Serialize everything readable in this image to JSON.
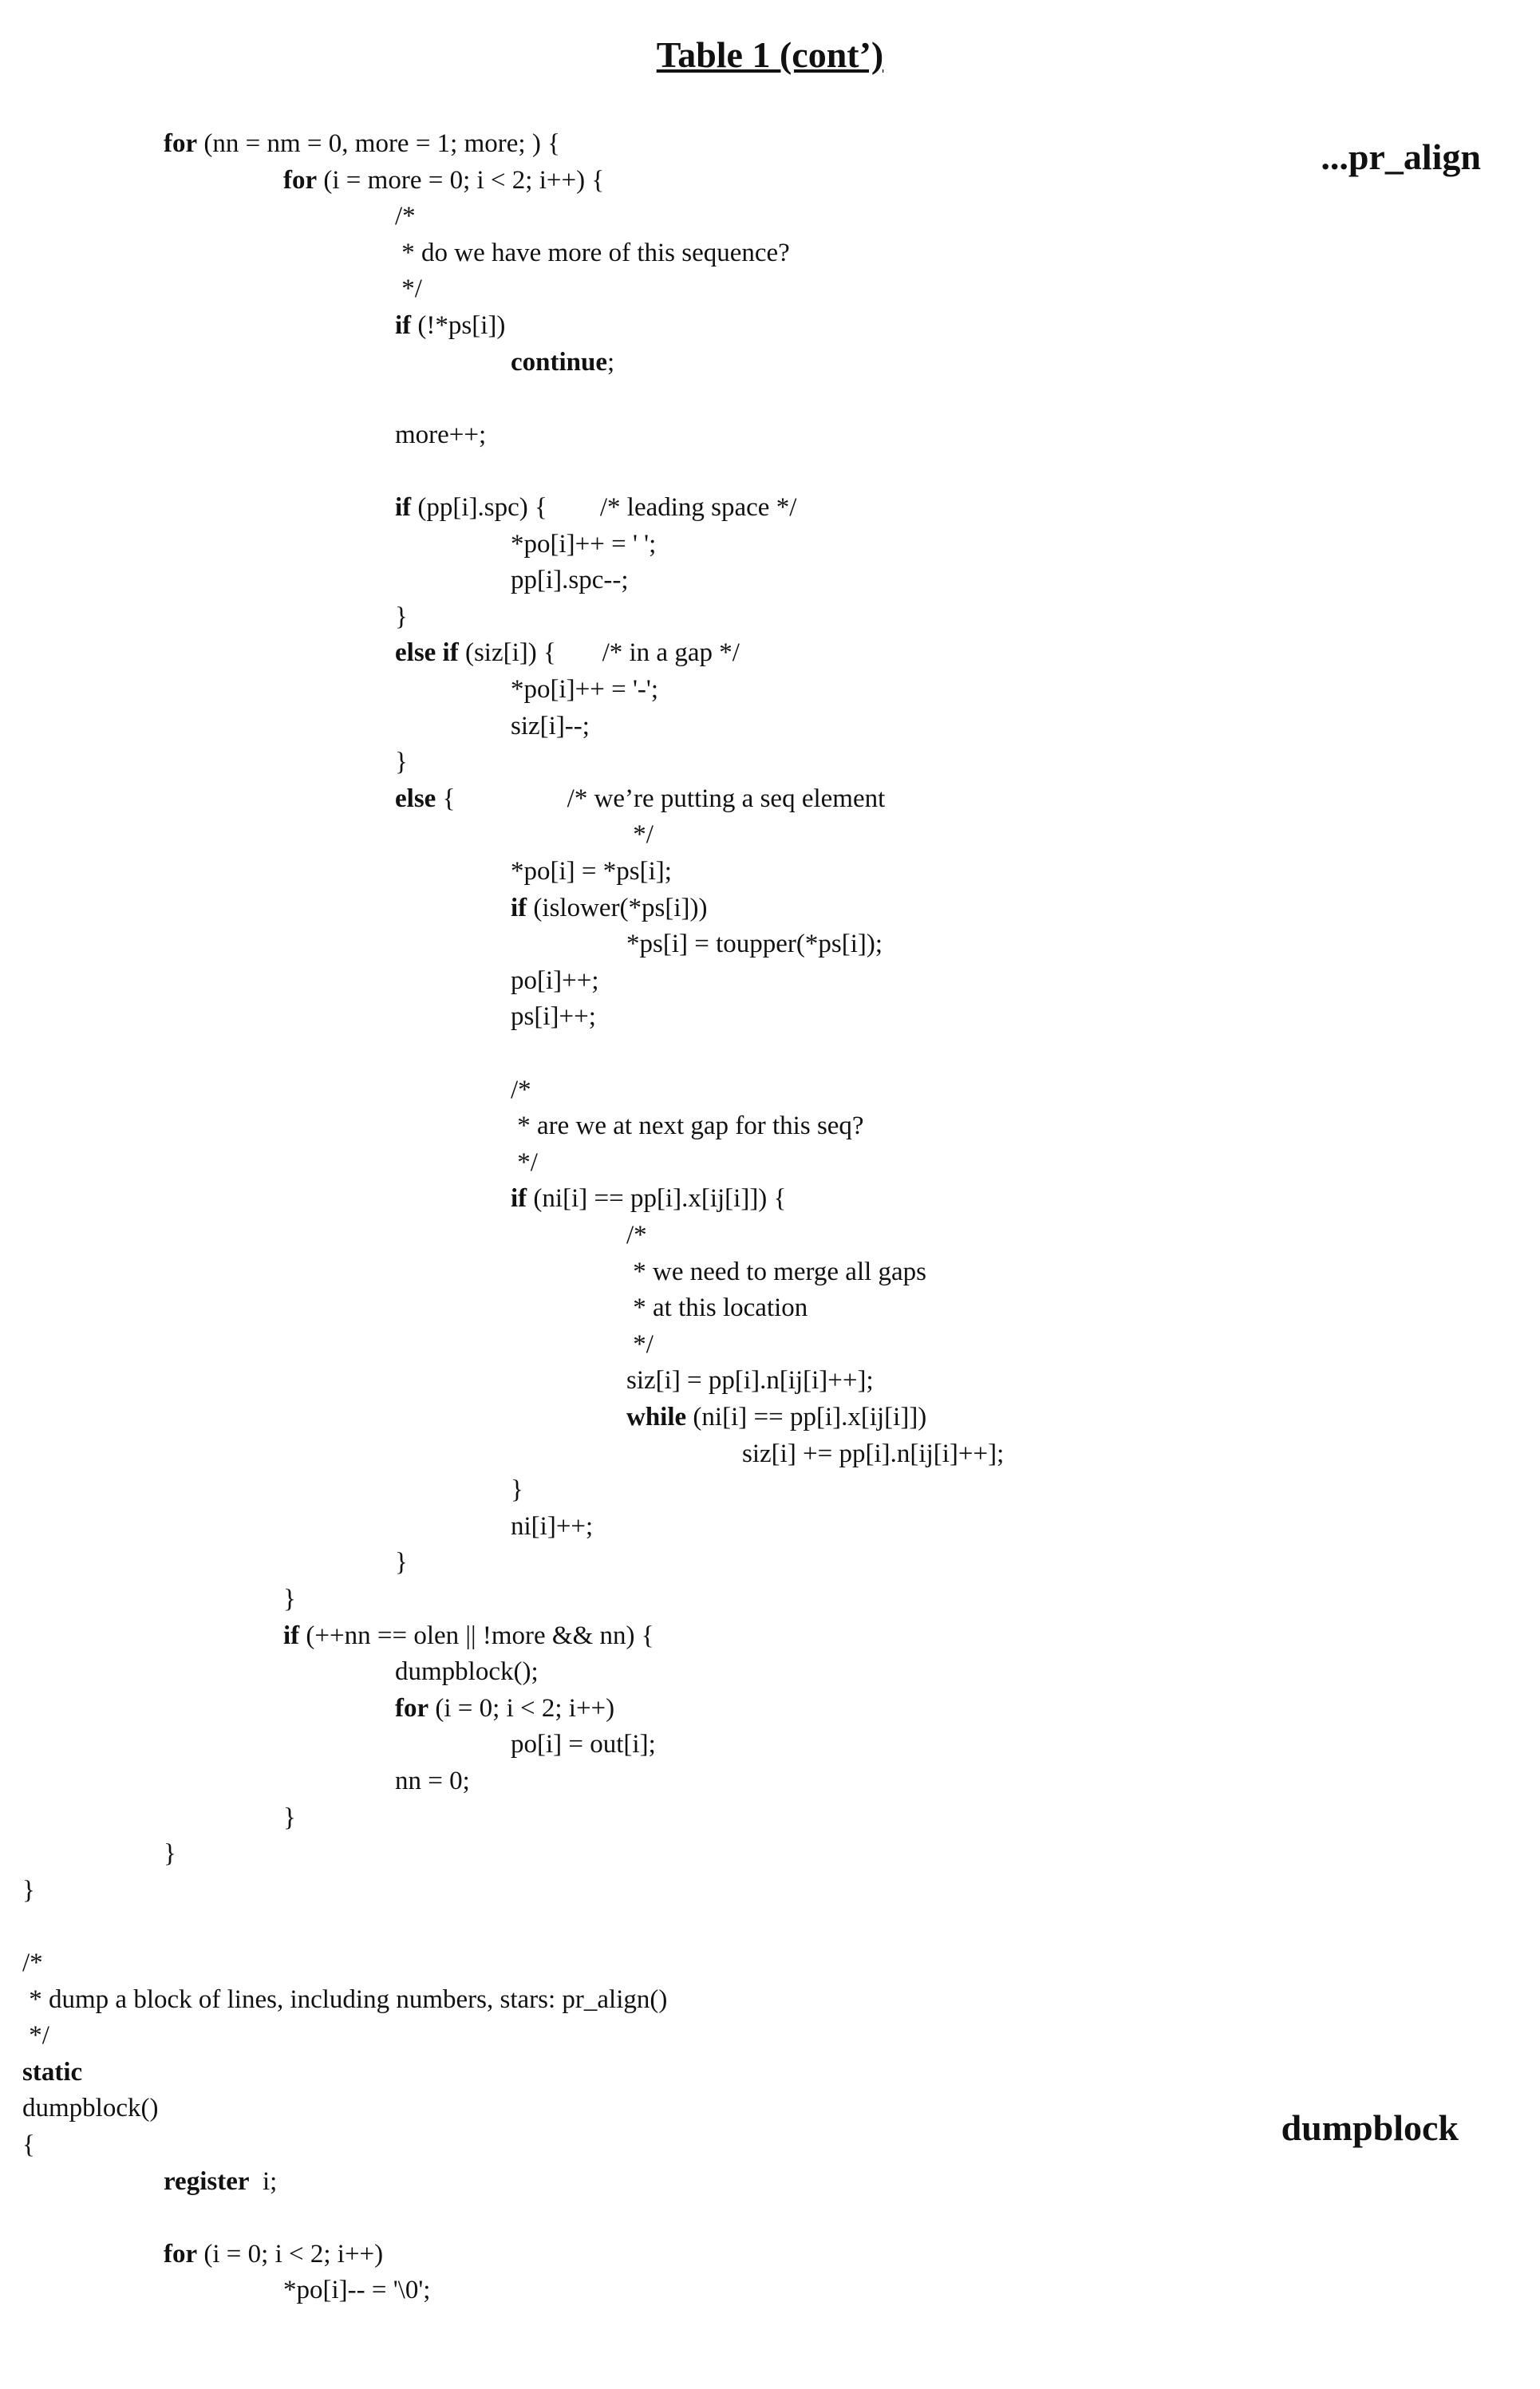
{
  "page": {
    "title": "Table 1 (cont’)",
    "labels": {
      "pr_align": "...pr_align",
      "dumpblock": "dumpblock"
    }
  },
  "code_lines": [
    {
      "indent": 1,
      "kw": "for",
      "text": " (nn = nm = 0, more = 1; more; ) {"
    },
    {
      "indent": 2,
      "kw": "for",
      "text": " (i = more = 0; i < 2; i++) {"
    },
    {
      "indent": 3,
      "kw": "",
      "text": "/*"
    },
    {
      "indent": 3,
      "kw": "",
      "text": " * do we have more of this sequence?"
    },
    {
      "indent": 3,
      "kw": "",
      "text": " */"
    },
    {
      "indent": 3,
      "kw": "if",
      "text": " (!*ps[i])"
    },
    {
      "indent": 4,
      "kw": "continue",
      "text": ";"
    },
    {
      "indent": 3,
      "kw": "",
      "text": ""
    },
    {
      "indent": 3,
      "kw": "",
      "text": "more++;"
    },
    {
      "indent": 3,
      "kw": "",
      "text": ""
    },
    {
      "indent": 3,
      "kw": "if",
      "text": " (pp[i].spc) {        /* leading space */"
    },
    {
      "indent": 4,
      "kw": "",
      "text": "*po[i]++ = ' ';"
    },
    {
      "indent": 4,
      "kw": "",
      "text": "pp[i].spc--;"
    },
    {
      "indent": 3,
      "kw": "",
      "text": "}"
    },
    {
      "indent": 3,
      "kw": "else if",
      "text": " (siz[i]) {       /* in a gap */"
    },
    {
      "indent": 4,
      "kw": "",
      "text": "*po[i]++ = '-';"
    },
    {
      "indent": 4,
      "kw": "",
      "text": "siz[i]--;"
    },
    {
      "indent": 3,
      "kw": "",
      "text": "}"
    },
    {
      "indent": 3,
      "kw": "else",
      "text": " {                 /* we’re putting a seq element"
    },
    {
      "indent": 5,
      "kw": "",
      "text": " */"
    },
    {
      "indent": 4,
      "kw": "",
      "text": "*po[i] = *ps[i];"
    },
    {
      "indent": 4,
      "kw": "if",
      "text": " (islower(*ps[i]))"
    },
    {
      "indent": 5,
      "kw": "",
      "text": "*ps[i] = toupper(*ps[i]);"
    },
    {
      "indent": 4,
      "kw": "",
      "text": "po[i]++;"
    },
    {
      "indent": 4,
      "kw": "",
      "text": "ps[i]++;"
    },
    {
      "indent": 4,
      "kw": "",
      "text": ""
    },
    {
      "indent": 4,
      "kw": "",
      "text": "/*"
    },
    {
      "indent": 4,
      "kw": "",
      "text": " * are we at next gap for this seq?"
    },
    {
      "indent": 4,
      "kw": "",
      "text": " */"
    },
    {
      "indent": 4,
      "kw": "if",
      "text": " (ni[i] == pp[i].x[ij[i]]) {"
    },
    {
      "indent": 5,
      "kw": "",
      "text": "/*"
    },
    {
      "indent": 5,
      "kw": "",
      "text": " * we need to merge all gaps"
    },
    {
      "indent": 5,
      "kw": "",
      "text": " * at this location"
    },
    {
      "indent": 5,
      "kw": "",
      "text": " */"
    },
    {
      "indent": 5,
      "kw": "",
      "text": "siz[i] = pp[i].n[ij[i]++];"
    },
    {
      "indent": 5,
      "kw": "while",
      "text": " (ni[i] == pp[i].x[ij[i]])"
    },
    {
      "indent": 6,
      "kw": "",
      "text": "siz[i] += pp[i].n[ij[i]++];"
    },
    {
      "indent": 4,
      "kw": "",
      "text": "}"
    },
    {
      "indent": 4,
      "kw": "",
      "text": "ni[i]++;"
    },
    {
      "indent": 3,
      "kw": "",
      "text": "}"
    },
    {
      "indent": 2,
      "kw": "",
      "text": "}"
    },
    {
      "indent": 2,
      "kw": "if",
      "text": " (++nn == olen || !more && nn) {"
    },
    {
      "indent": 3,
      "kw": "",
      "text": "dumpblock();"
    },
    {
      "indent": 3,
      "kw": "for",
      "text": " (i = 0; i < 2; i++)"
    },
    {
      "indent": 4,
      "kw": "",
      "text": "po[i] = out[i];"
    },
    {
      "indent": 3,
      "kw": "",
      "text": "nn = 0;"
    },
    {
      "indent": 2,
      "kw": "",
      "text": "}"
    },
    {
      "indent": 1,
      "kw": "",
      "text": "}"
    },
    {
      "indent": 0,
      "kw": "",
      "text": "}"
    },
    {
      "indent": 0,
      "kw": "",
      "text": ""
    },
    {
      "indent": 0,
      "kw": "",
      "text": "/*"
    },
    {
      "indent": 0,
      "kw": "",
      "text": " * dump a block of lines, including numbers, stars: pr_align()"
    },
    {
      "indent": 0,
      "kw": "",
      "text": " */"
    },
    {
      "indent": 0,
      "kw": "static",
      "text": ""
    },
    {
      "indent": 0,
      "kw": "",
      "text": "dumpblock()"
    },
    {
      "indent": 0,
      "kw": "",
      "text": "{"
    },
    {
      "indent": 1,
      "kw": "register",
      "text": "  i;"
    },
    {
      "indent": 0,
      "kw": "",
      "text": ""
    },
    {
      "indent": 1,
      "kw": "for",
      "text": " (i = 0; i < 2; i++)"
    },
    {
      "indent": 2,
      "kw": "",
      "text": "*po[i]-- = '\\0';"
    }
  ]
}
